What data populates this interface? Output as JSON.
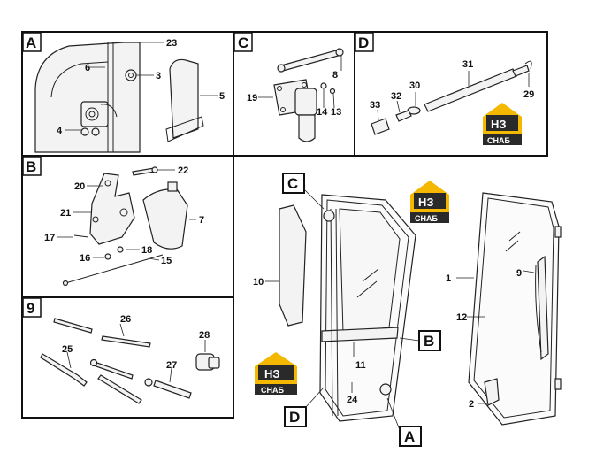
{
  "panels": {
    "A": {
      "label": "A"
    },
    "B": {
      "label": "B"
    },
    "C": {
      "label": "C"
    },
    "D": {
      "label": "D"
    },
    "nine": {
      "label": "9"
    }
  },
  "callouts": {
    "C": "C",
    "B": "B",
    "D": "D",
    "A": "A"
  },
  "parts": {
    "p1": "1",
    "p2": "2",
    "p3": "3",
    "p4": "4",
    "p5": "5",
    "p6": "6",
    "p7": "7",
    "p8": "8",
    "p9": "9",
    "p10": "10",
    "p11": "11",
    "p12": "12",
    "p13": "13",
    "p14": "14",
    "p15": "15",
    "p16": "16",
    "p17": "17",
    "p18": "18",
    "p19": "19",
    "p20": "20",
    "p21": "21",
    "p22": "22",
    "p23": "23",
    "p24": "24",
    "p25": "25",
    "p26": "26",
    "p27": "27",
    "p28": "28",
    "p29": "29",
    "p30": "30",
    "p31": "31",
    "p32": "32",
    "p33": "33"
  },
  "logo": {
    "mark": "НЗ",
    "text": "СНАБ",
    "yellow": "#f5b800",
    "dark": "#2a2a2a"
  }
}
